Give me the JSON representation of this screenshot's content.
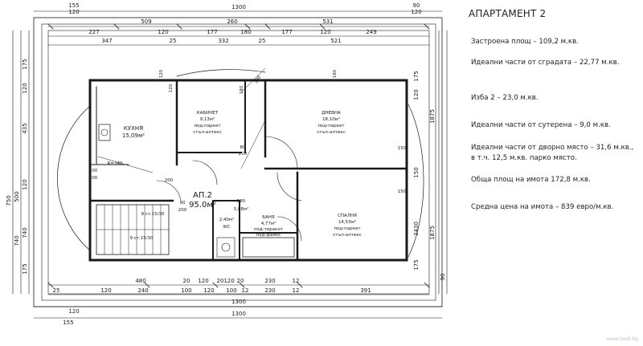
{
  "info": {
    "title": "АПАРТАМЕНТ 2",
    "items": [
      "Застроена площ – 109,2 м.кв.",
      "Идеални части от сградата – 22,77 м.кв.",
      "Изба 2 – 23,0 м.кв.",
      "Идеални части от сутерена – 9,0 м.кв.",
      "Идеални части от дворно място – 31,6 м.кв., в т.ч. 12,5 м.кв. парко място.",
      "Обща площ на имота 172,8 м.кв.",
      "Средна цена на имота – 839 евро/м.кв."
    ]
  },
  "plan": {
    "rooms": {
      "kitchen": {
        "name": "КУХНЯ",
        "area": "15,09м²"
      },
      "study": {
        "name": "КАБИНЕТ",
        "area": "9,13м²",
        "floor1": "под-паркет",
        "floor2": "стъл-алтекс"
      },
      "living": {
        "name": "ДНЕВНА",
        "area": "18,10м²",
        "floor1": "под-паркет",
        "floor2": "стъл-алтекс"
      },
      "bedroom": {
        "name": "СПАЛНЯ",
        "area": "14,53м²",
        "floor1": "под-паркет",
        "floor2": "стъл-алтекс"
      },
      "hall": {
        "name": "АП.2",
        "area": "95.0м²"
      },
      "hall_area": "4,77м²",
      "wc": {
        "name": "WC",
        "area": "2,40м²"
      },
      "bath": {
        "name": "БАНЯ",
        "floor1": "под-теракот",
        "floor2": "под-фаянс"
      },
      "stair1": "9 ст.15/30",
      "stair2": "9 ст.15/30",
      "radius": "R=340",
      "small": "5,88м²",
      "small_dim": "580"
    },
    "dims": {
      "top_outer": [
        "155",
        "120"
      ],
      "top_total": "1300",
      "top_right": [
        "90",
        "120"
      ],
      "top_row1": [
        "509",
        "260",
        "531"
      ],
      "top_row2": [
        "227",
        "120",
        "177",
        "180",
        "177",
        "120",
        "249"
      ],
      "top_row3": [
        "347",
        "25",
        "332",
        "25",
        "521"
      ],
      "bottom_row1": [
        "480",
        "20",
        "120",
        "20",
        "120",
        "20",
        "230",
        "12"
      ],
      "bottom_row2": [
        "25",
        "120",
        "240",
        "100",
        "120",
        "100",
        "12",
        "230",
        "12",
        "391"
      ],
      "bottom_total": "1300",
      "bottom_total2": "1300",
      "bottom_left": [
        "120",
        "155"
      ],
      "left_col": [
        "175",
        "120",
        "435",
        "750",
        "500",
        "120",
        "740",
        "175",
        "740"
      ],
      "right_col": [
        "175",
        "120",
        "1875",
        "150",
        "3430",
        "1875",
        "175",
        "90"
      ],
      "inner": [
        "120",
        "120",
        "180",
        "180",
        "300",
        "200",
        "100",
        "200",
        "90",
        "200",
        "80",
        "200",
        "150",
        "150"
      ]
    }
  },
  "watermark": "www.imot.bg"
}
